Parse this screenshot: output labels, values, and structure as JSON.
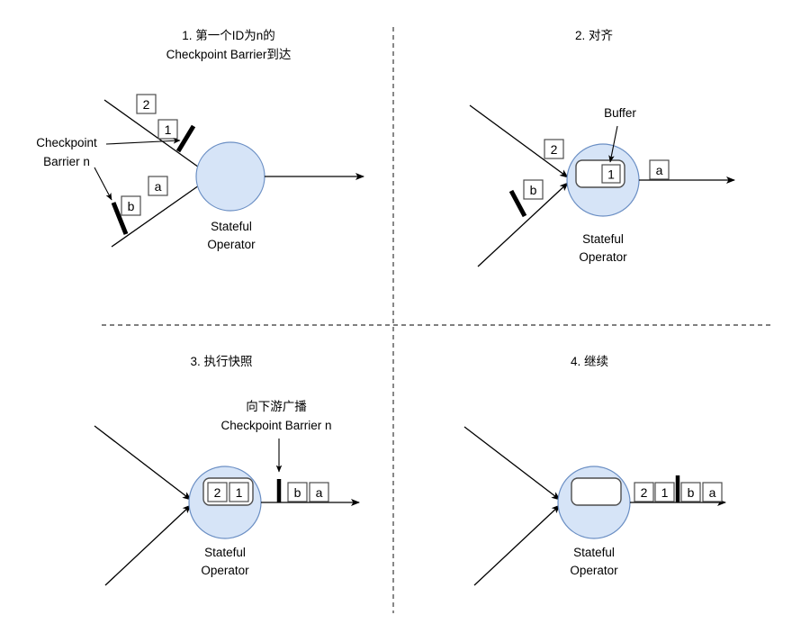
{
  "diagram": {
    "title_hidden": "Flink Checkpoint Barrier Alignment",
    "colors": {
      "circle_fill": "#d6e4f7",
      "circle_stroke": "#6b8fc4",
      "line": "#000000",
      "barrier": "#000000",
      "divider": "#555555",
      "box_stroke": "#4d4d4d",
      "box_fill": "#ffffff"
    },
    "operator_label_line1": "Stateful",
    "operator_label_line2": "Operator"
  },
  "panels": [
    {
      "id": "panel-1",
      "number": "1.",
      "title_line1": "1. 第一个ID为n的",
      "title_line2": "Checkpoint Barrier到达",
      "annotation_line1": "Checkpoint",
      "annotation_line2": "Barrier n",
      "upper_stream_records": [
        "2",
        "1"
      ],
      "lower_stream_records": [
        "a",
        "b"
      ],
      "buffer_contents": [],
      "output_records": [],
      "operator_label_line1": "Stateful",
      "operator_label_line2": "Operator"
    },
    {
      "id": "panel-2",
      "number": "2.",
      "title_line1": "2. 对齐",
      "title_line2": "",
      "annotation_line1": "Buffer",
      "annotation_line2": "",
      "upper_stream_records": [
        "2"
      ],
      "lower_stream_records": [
        "b"
      ],
      "buffer_contents": [
        "1"
      ],
      "output_records": [
        "a"
      ],
      "operator_label_line1": "Stateful",
      "operator_label_line2": "Operator"
    },
    {
      "id": "panel-3",
      "number": "3.",
      "title_line1": "3. 执行快照",
      "title_line2": "",
      "annotation_line1": "向下游广播",
      "annotation_line2": "Checkpoint Barrier n",
      "upper_stream_records": [],
      "lower_stream_records": [],
      "buffer_contents": [
        "2",
        "1"
      ],
      "output_records": [
        "b",
        "a"
      ],
      "operator_label_line1": "Stateful",
      "operator_label_line2": "Operator"
    },
    {
      "id": "panel-4",
      "number": "4.",
      "title_line1": "4. 继续",
      "title_line2": "",
      "annotation_line1": "",
      "annotation_line2": "",
      "upper_stream_records": [],
      "lower_stream_records": [],
      "buffer_contents": [],
      "output_records": [
        "2",
        "1",
        "b",
        "a"
      ],
      "operator_label_line1": "Stateful",
      "operator_label_line2": "Operator"
    }
  ],
  "icons": {
    "barrier": "checkpoint-barrier-bar",
    "arrow": "arrow-head",
    "divider_h": "horizontal-dashed-divider",
    "divider_v": "vertical-dashed-divider"
  }
}
